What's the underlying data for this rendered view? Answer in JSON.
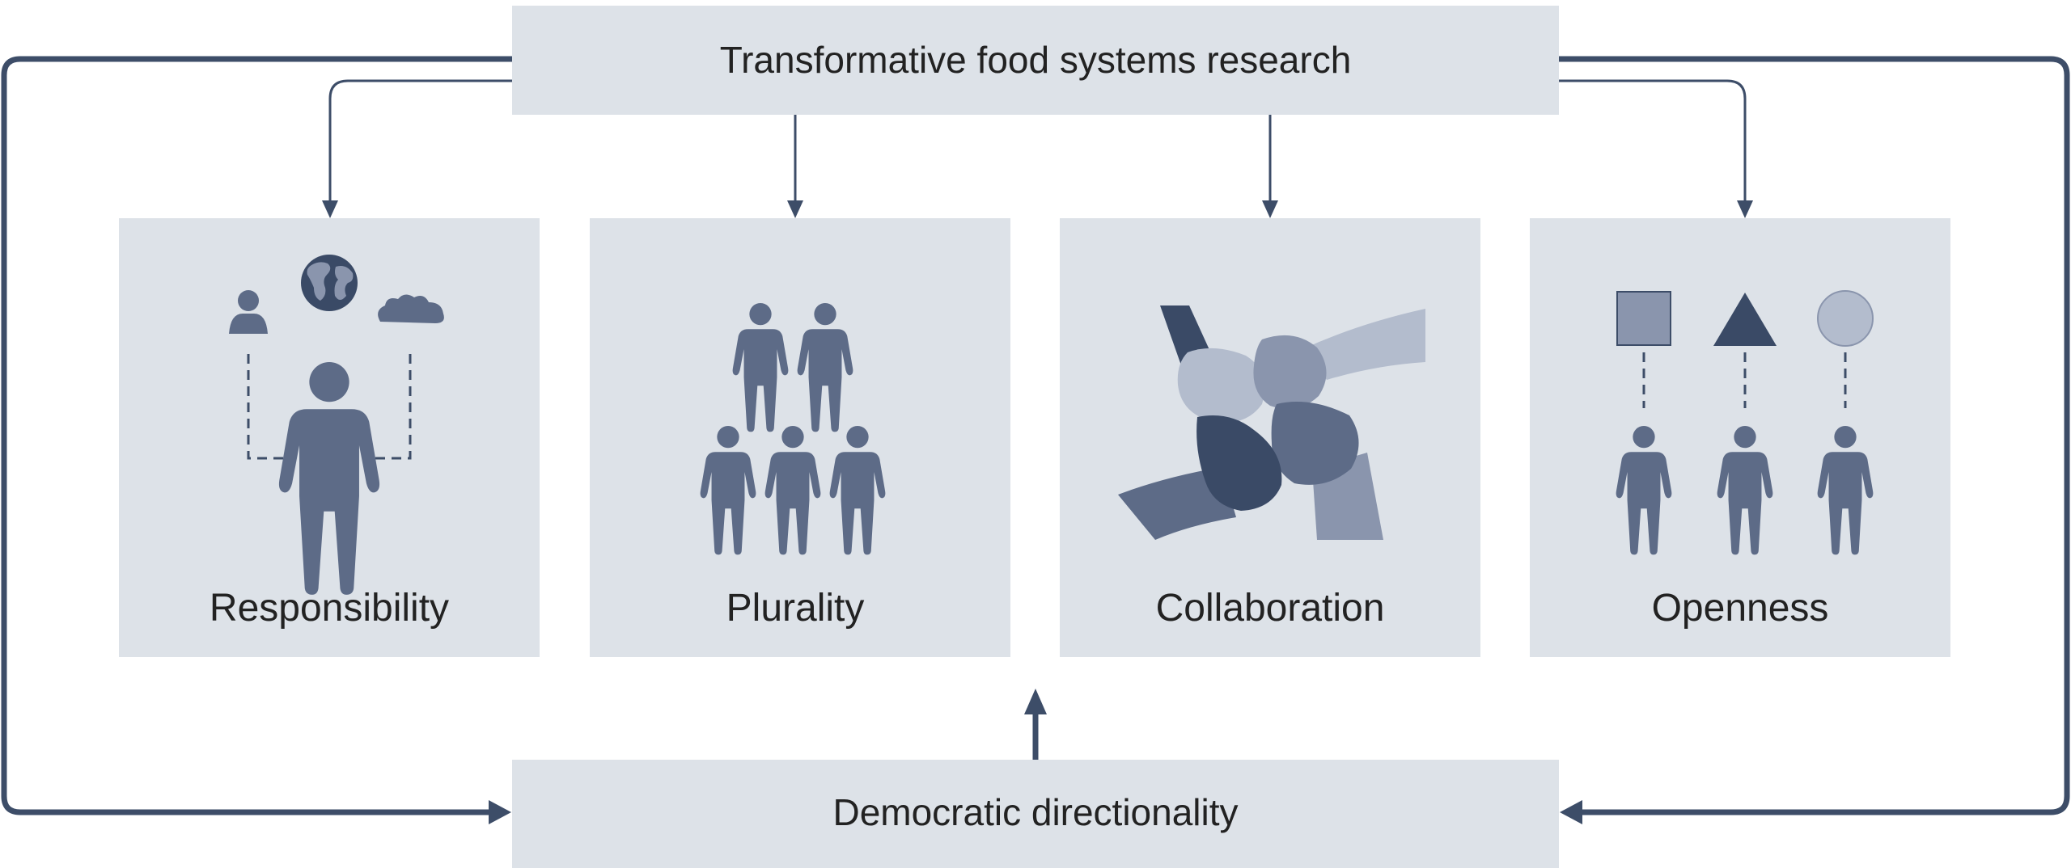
{
  "top_box": {
    "title": "Transformative food systems research"
  },
  "bottom_box": {
    "title": "Democratic directionality"
  },
  "cards": [
    {
      "label": "Responsibility",
      "icon": "person-globe-cloud-icon"
    },
    {
      "label": "Plurality",
      "icon": "group-of-people-icon"
    },
    {
      "label": "Collaboration",
      "icon": "linked-hands-icon"
    },
    {
      "label": "Openness",
      "icon": "shapes-people-icon"
    }
  ],
  "colors": {
    "box_fill": "#dde2e8",
    "line": "#3d4d68",
    "figure": "#5d6b87",
    "figure_dark": "#3a4a66",
    "figure_mid": "#8a95ad",
    "figure_light": "#b3bccd",
    "text": "#222222"
  }
}
